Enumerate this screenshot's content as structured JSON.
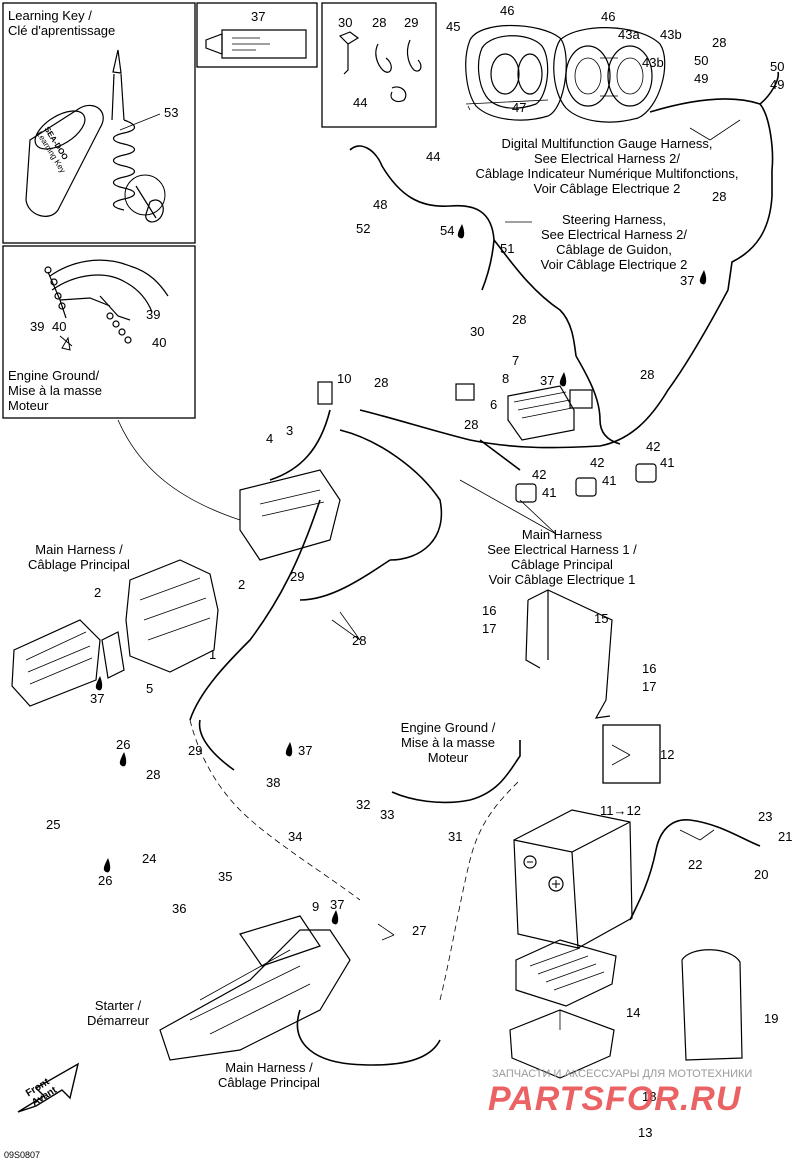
{
  "labels": {
    "learning_key": [
      "Learning Key /",
      "Clé d'aprentissage"
    ],
    "engine_ground_top": [
      "Engine Ground/",
      "Mise à la masse",
      "Moteur"
    ],
    "gauge_harness": [
      "Digital Multifunction Gauge Harness,",
      "See Electrical Harness 2/",
      "Câblage Indicateur Numérique Multifonctions,",
      "Voir Câblage Electrique 2"
    ],
    "steering_harness": [
      "Steering Harness,",
      "See Electrical Harness 2/",
      "Câblage de Guidon,",
      "Voir Câblage Electrique 2"
    ],
    "main_harness_left": [
      "Main Harness /",
      "Câblage Principal"
    ],
    "main_harness_center": [
      "Main Harness",
      "See Electrical Harness 1 /",
      "Câblage Principal",
      "Voir Câblage Electrique 1"
    ],
    "engine_ground_mid": [
      "Engine Ground /",
      "Mise à la masse",
      "Moteur"
    ],
    "starter": [
      "Starter /",
      "Démarreur"
    ],
    "main_harness_bottom": [
      "Main Harness /",
      "Câblage Principal"
    ],
    "front": [
      "Front",
      "Avant"
    ]
  },
  "key_tag_text": [
    "SEA-DOO",
    "Learning Key"
  ],
  "part_numbers": [
    {
      "id": "p37_top",
      "text": "37"
    },
    {
      "id": "p30_top",
      "text": "30"
    },
    {
      "id": "p28_top",
      "text": "28"
    },
    {
      "id": "p29_top",
      "text": "29"
    },
    {
      "id": "p44_box",
      "text": "44"
    },
    {
      "id": "p45",
      "text": "45"
    },
    {
      "id": "p46a",
      "text": "46"
    },
    {
      "id": "p46b",
      "text": "46"
    },
    {
      "id": "p43a",
      "text": "43a"
    },
    {
      "id": "p43b_arrow",
      "text": "43b"
    },
    {
      "id": "p28_tr",
      "text": "28"
    },
    {
      "id": "p43b",
      "text": "43b"
    },
    {
      "id": "p50a",
      "text": "50"
    },
    {
      "id": "p49a",
      "text": "49"
    },
    {
      "id": "p50b",
      "text": "50"
    },
    {
      "id": "p49b",
      "text": "49"
    },
    {
      "id": "p47",
      "text": "47"
    },
    {
      "id": "p53",
      "text": "53"
    },
    {
      "id": "p44",
      "text": "44"
    },
    {
      "id": "p48",
      "text": "48"
    },
    {
      "id": "p52",
      "text": "52"
    },
    {
      "id": "p54",
      "text": "54"
    },
    {
      "id": "p51",
      "text": "51"
    },
    {
      "id": "p28_r",
      "text": "28"
    },
    {
      "id": "p37_r",
      "text": "37"
    },
    {
      "id": "p39a",
      "text": "39"
    },
    {
      "id": "p40a",
      "text": "40"
    },
    {
      "id": "p39b",
      "text": "39"
    },
    {
      "id": "p40b",
      "text": "40"
    },
    {
      "id": "p30_m",
      "text": "30"
    },
    {
      "id": "p28_m",
      "text": "28"
    },
    {
      "id": "p7",
      "text": "7"
    },
    {
      "id": "p8",
      "text": "8"
    },
    {
      "id": "p37_m",
      "text": "37"
    },
    {
      "id": "p28_m2",
      "text": "28"
    },
    {
      "id": "p10",
      "text": "10"
    },
    {
      "id": "p28_m3",
      "text": "28"
    },
    {
      "id": "p6",
      "text": "6"
    },
    {
      "id": "p28_m4",
      "text": "28"
    },
    {
      "id": "p3",
      "text": "3"
    },
    {
      "id": "p4",
      "text": "4"
    },
    {
      "id": "p42a",
      "text": "42"
    },
    {
      "id": "p41a",
      "text": "41"
    },
    {
      "id": "p42b",
      "text": "42"
    },
    {
      "id": "p41b",
      "text": "41"
    },
    {
      "id": "p42c",
      "text": "42"
    },
    {
      "id": "p41c",
      "text": "41"
    },
    {
      "id": "p2a",
      "text": "2"
    },
    {
      "id": "p2b",
      "text": "2"
    },
    {
      "id": "p29_m",
      "text": "29"
    },
    {
      "id": "p28_m5",
      "text": "28"
    },
    {
      "id": "p1",
      "text": "1"
    },
    {
      "id": "p5",
      "text": "5"
    },
    {
      "id": "p37_l",
      "text": "37"
    },
    {
      "id": "p16a",
      "text": "16"
    },
    {
      "id": "p17a",
      "text": "17"
    },
    {
      "id": "p15",
      "text": "15"
    },
    {
      "id": "p16b",
      "text": "16"
    },
    {
      "id": "p17b",
      "text": "17"
    },
    {
      "id": "p26a",
      "text": "26"
    },
    {
      "id": "p29_l",
      "text": "29"
    },
    {
      "id": "p28_l",
      "text": "28"
    },
    {
      "id": "p37_l2",
      "text": "37"
    },
    {
      "id": "p38",
      "text": "38"
    },
    {
      "id": "p25",
      "text": "25"
    },
    {
      "id": "p24",
      "text": "24"
    },
    {
      "id": "p26b",
      "text": "26"
    },
    {
      "id": "p12",
      "text": "12"
    },
    {
      "id": "p32",
      "text": "32"
    },
    {
      "id": "p33",
      "text": "33"
    },
    {
      "id": "p31",
      "text": "31"
    },
    {
      "id": "p11",
      "text": "11→12"
    },
    {
      "id": "p23",
      "text": "23"
    },
    {
      "id": "p21",
      "text": "21"
    },
    {
      "id": "p22",
      "text": "22"
    },
    {
      "id": "p20",
      "text": "20"
    },
    {
      "id": "p34",
      "text": "34"
    },
    {
      "id": "p35",
      "text": "35"
    },
    {
      "id": "p36",
      "text": "36"
    },
    {
      "id": "p9",
      "text": "9"
    },
    {
      "id": "p37_b",
      "text": "37"
    },
    {
      "id": "p27",
      "text": "27"
    },
    {
      "id": "p14",
      "text": "14"
    },
    {
      "id": "p19",
      "text": "19"
    },
    {
      "id": "p18",
      "text": "18"
    },
    {
      "id": "p13",
      "text": "13"
    }
  ],
  "watermark": {
    "small": "ЗАПЧАСТИ И АКСЕССУАРЫ ДЛЯ МОТОТЕХНИКИ",
    "large": "PARTSFOR.RU"
  },
  "drawing_ref": "09S0807",
  "colors": {
    "ink": "#000000",
    "watermark_red": "#e8474a",
    "watermark_grey": "#9a9a9a"
  }
}
